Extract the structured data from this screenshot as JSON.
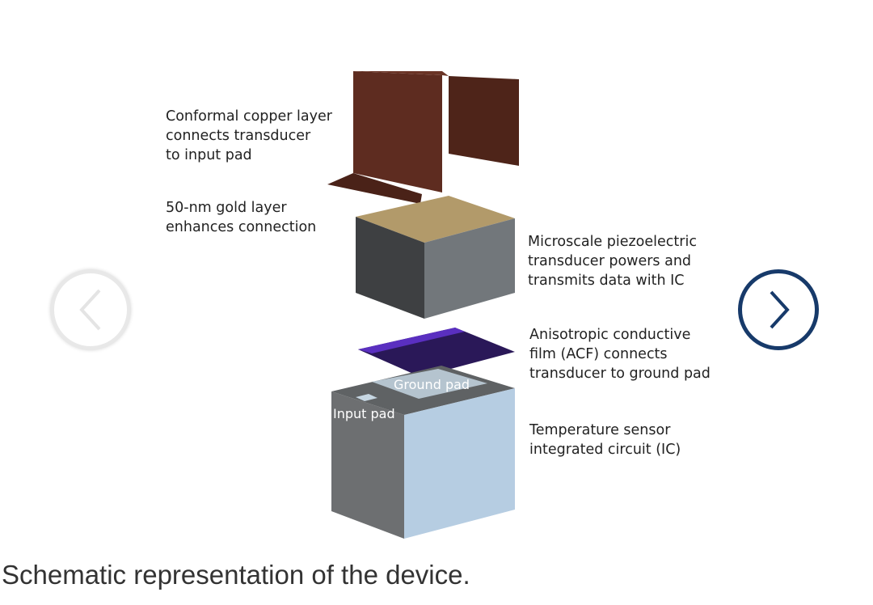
{
  "figure": {
    "labels": {
      "copper": "Conformal copper layer\nconnects transducer\nto input pad",
      "gold": "50-nm gold layer\nenhances connection",
      "transducer": "Microscale piezoelectric\ntransducer powers and\ntransmits data with IC",
      "acf": "Anisotropic conductive\nfilm (ACF) connects\ntransducer to ground pad",
      "ic": "Temperature sensor\nintegrated circuit (IC)",
      "ground_pad": "Ground pad",
      "input_pad": "Input pad"
    },
    "colors": {
      "copper": "#5a2a1e",
      "gold": "#b29a6a",
      "acf": "#3a1d7a",
      "ic_light": "#b8cde0",
      "ic_dark": "#6e7072",
      "nav_next": "#173a6a"
    }
  },
  "carousel": {
    "prev_icon": "chevron-left-icon",
    "next_icon": "chevron-right-icon"
  },
  "caption": "Schematic representation of the device."
}
